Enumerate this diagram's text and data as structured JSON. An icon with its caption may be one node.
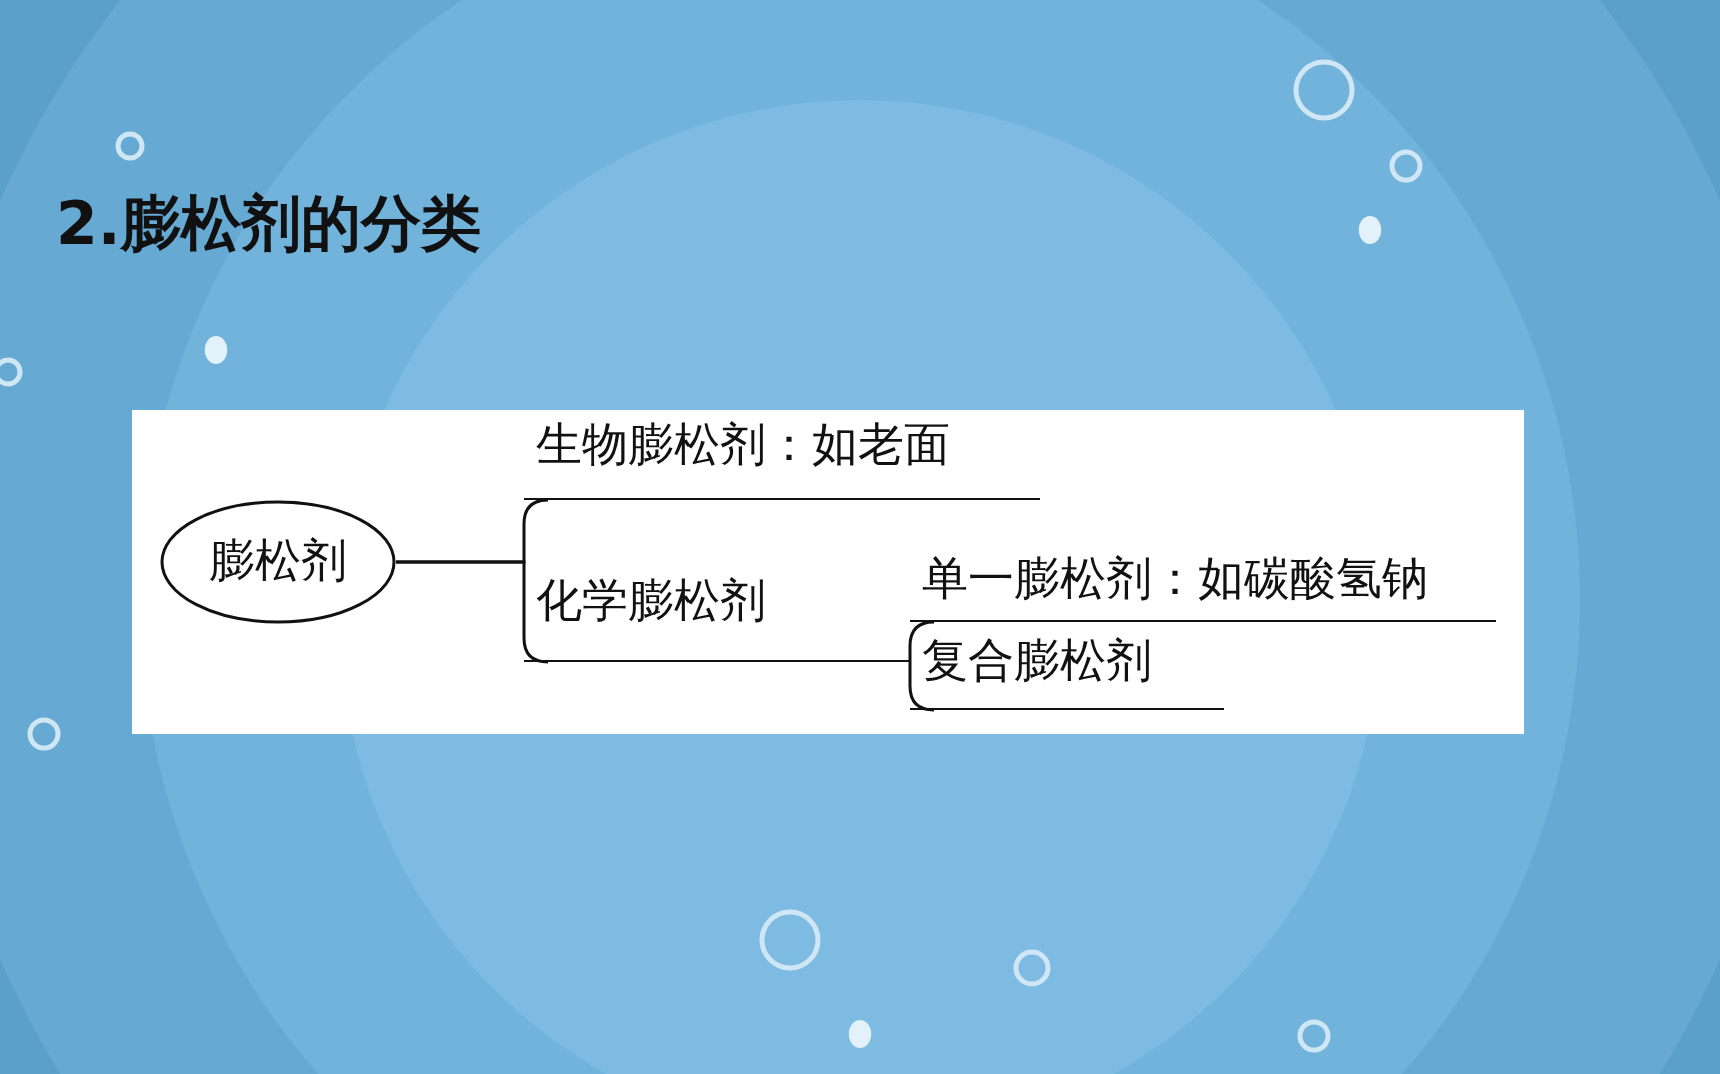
{
  "diagram": {
    "title": "2.膨松剂的分类",
    "nodes": [
      {
        "text": [
          "膨松剂"
        ]
      },
      {
        "text": [
          "生物膨松剂：如老面"
        ]
      },
      {
        "text": [
          "化学膨松剂"
        ]
      },
      {
        "text": [
          "单一膨松剂：如碳酸氢钠"
        ]
      },
      {
        "text": [
          "复合膨松剂"
        ]
      }
    ],
    "edges": [
      {
        "from": 0,
        "to": 1,
        "arrow": "none"
      },
      {
        "from": 0,
        "to": 2,
        "arrow": "none"
      },
      {
        "from": 2,
        "to": 3,
        "arrow": "none"
      },
      {
        "from": 2,
        "to": 4,
        "arrow": "none"
      }
    ]
  }
}
